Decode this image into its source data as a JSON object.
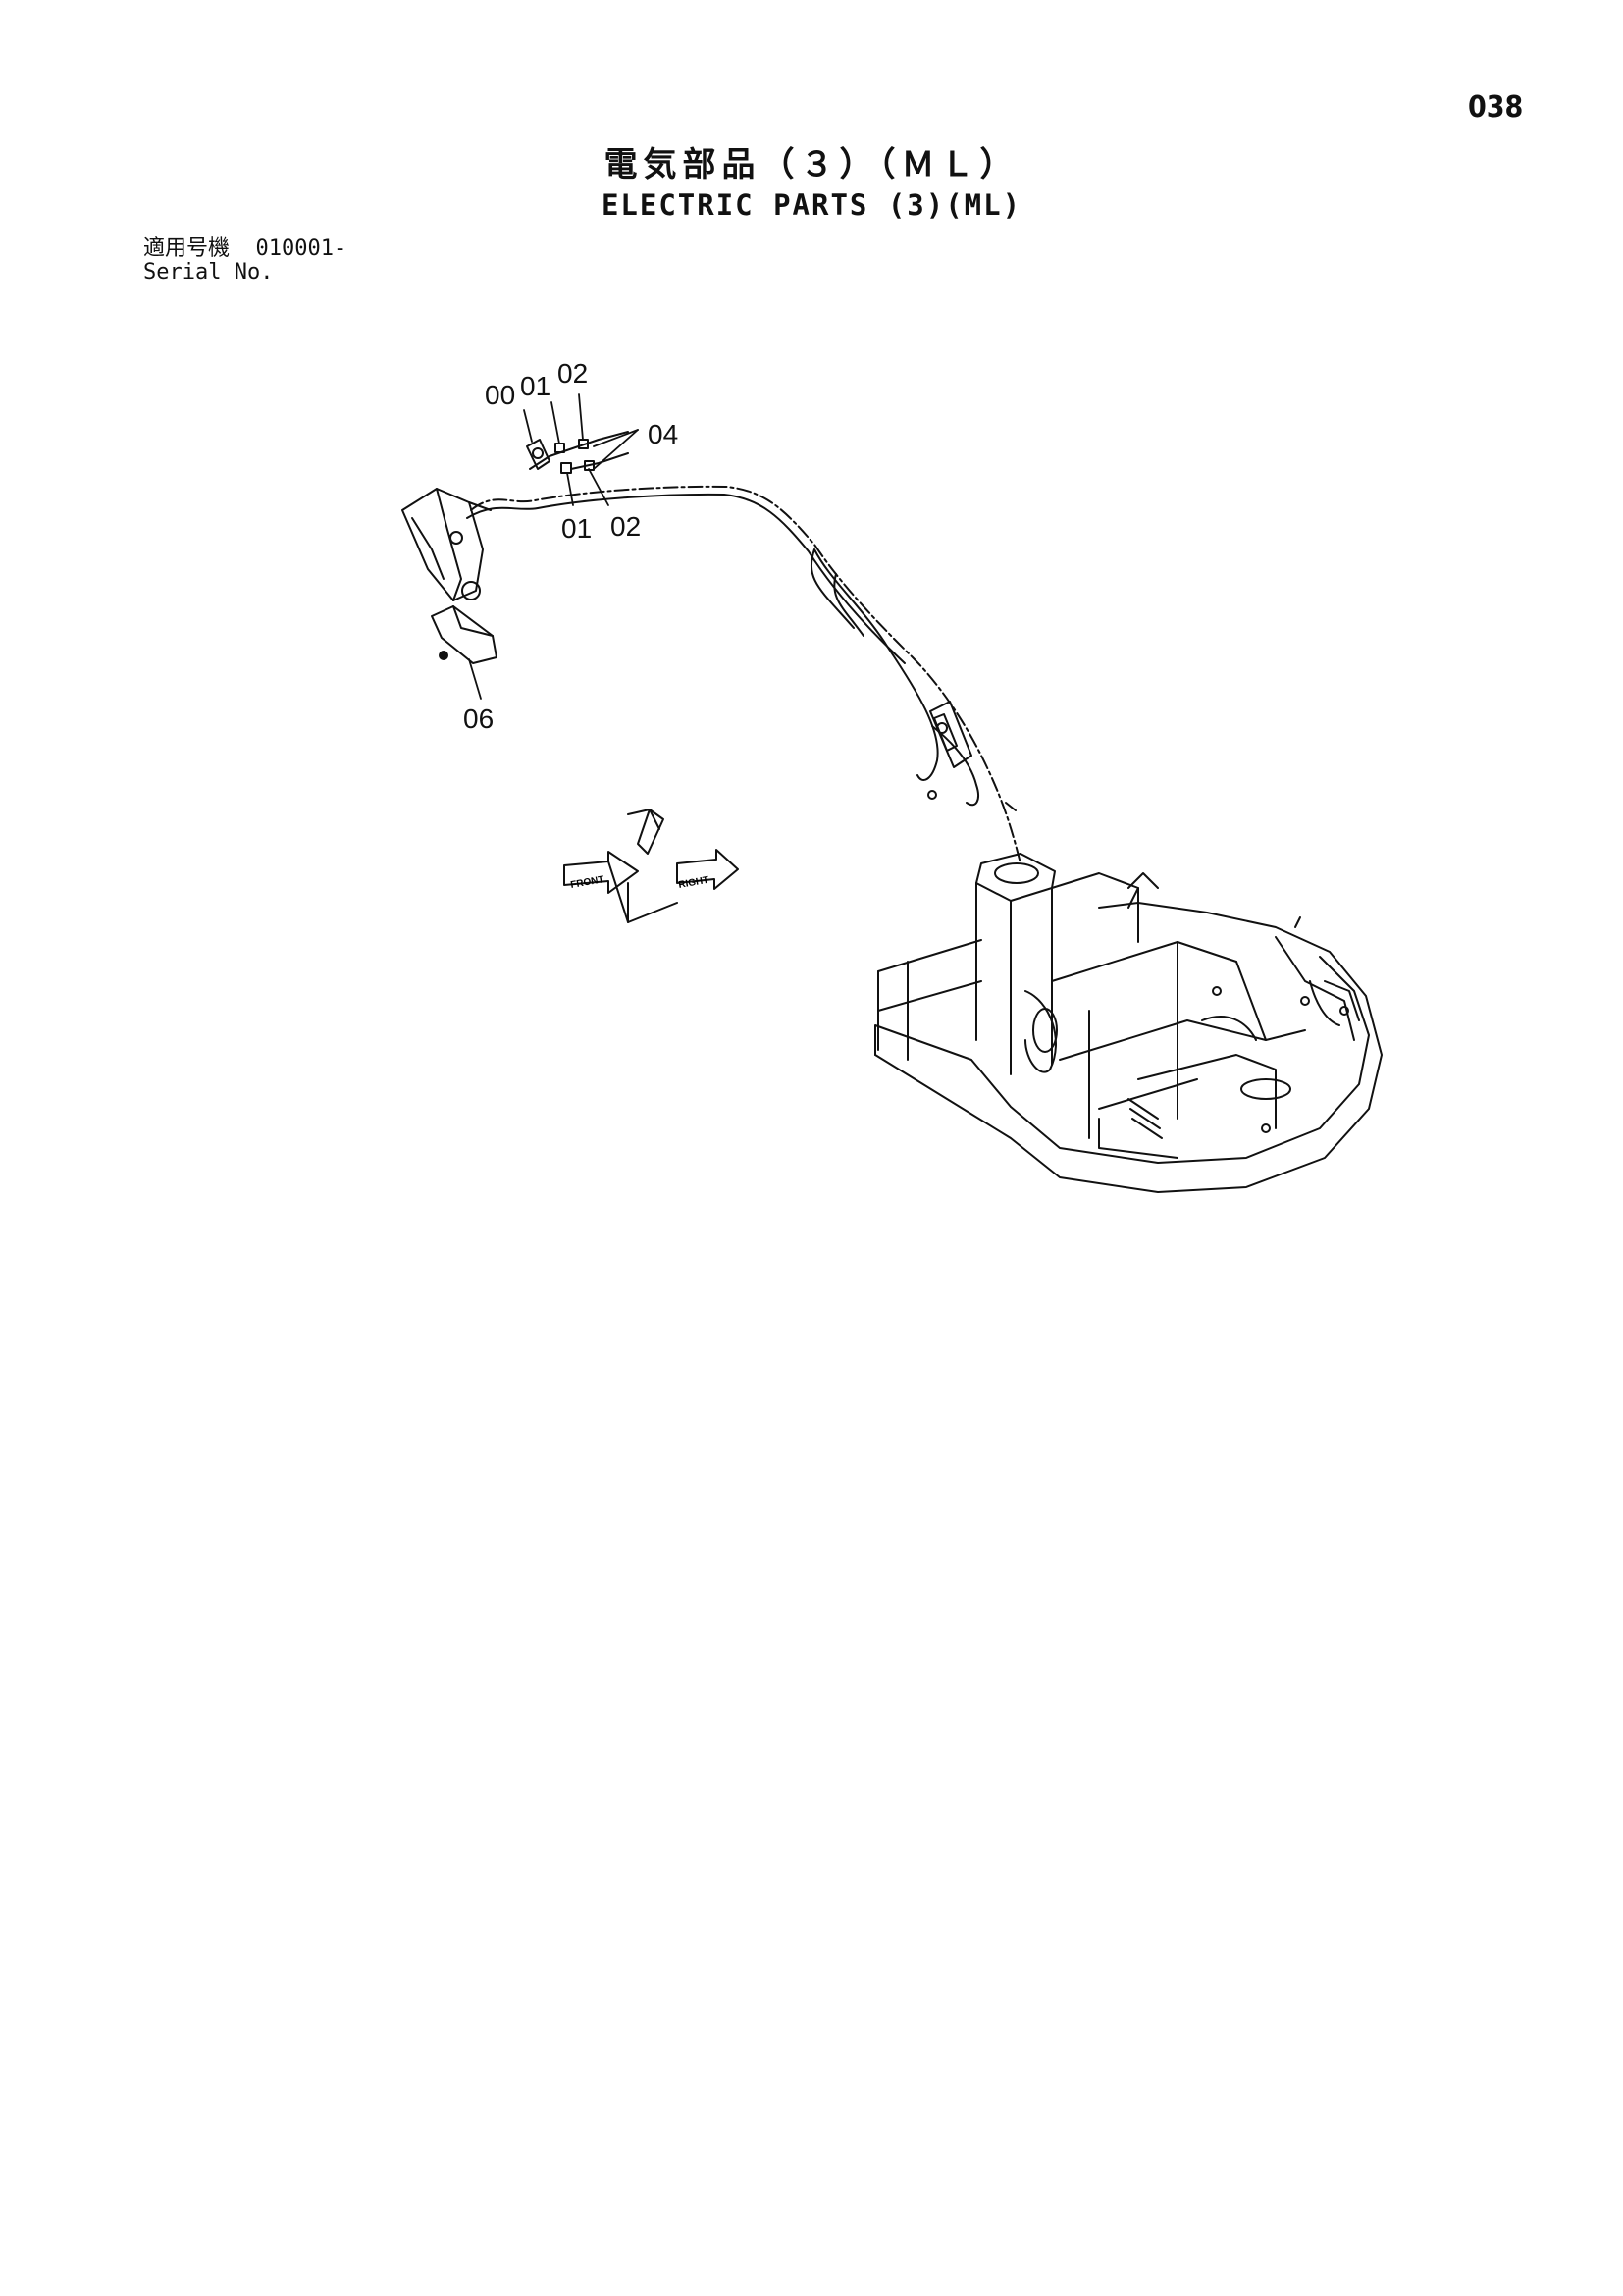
{
  "page_number": "038",
  "title": {
    "japanese": "電気部品（３）（ＭＬ）",
    "english": "ELECTRIC PARTS (3)(ML)"
  },
  "serial": {
    "japanese_label": "適用号機",
    "value": "010001-",
    "english_label": "Serial No."
  },
  "callouts": {
    "c00": "00",
    "c01_top": "01",
    "c02_top": "02",
    "c04": "04",
    "c01_bottom": "01",
    "c02_bottom": "02",
    "c06": "06"
  },
  "direction_indicator": {
    "front": "FRONT",
    "right": "RIGHT"
  }
}
